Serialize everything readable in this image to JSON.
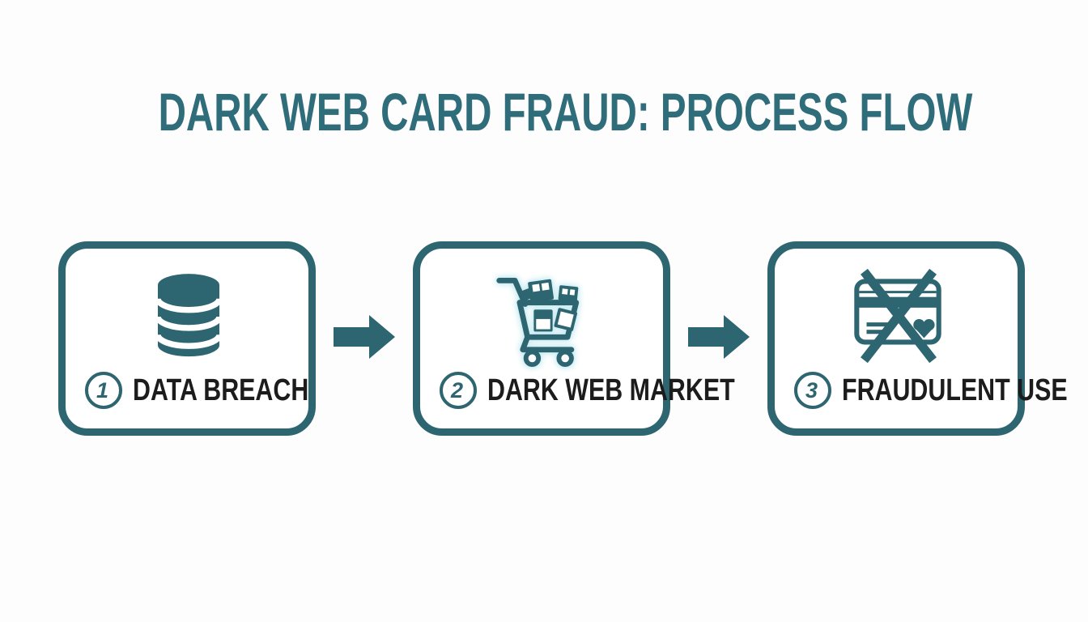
{
  "title": "DARK WEB CARD FRAUD: PROCESS FLOW",
  "colors": {
    "accent": "#2d6571",
    "title": "#2f6d7a",
    "label": "#1c1c1c",
    "background": "#fdfdfd",
    "glow": "#c9ecf2"
  },
  "steps": [
    {
      "number": "1",
      "label": "DATA BREACH",
      "icon": "database-icon"
    },
    {
      "number": "2",
      "label": "DARK WEB MARKET",
      "icon": "shopping-cart-icon"
    },
    {
      "number": "3",
      "label": "FRAUDULENT USE",
      "icon": "credit-card-crossed-icon"
    }
  ],
  "connectors": [
    "arrow-right",
    "arrow-right"
  ]
}
